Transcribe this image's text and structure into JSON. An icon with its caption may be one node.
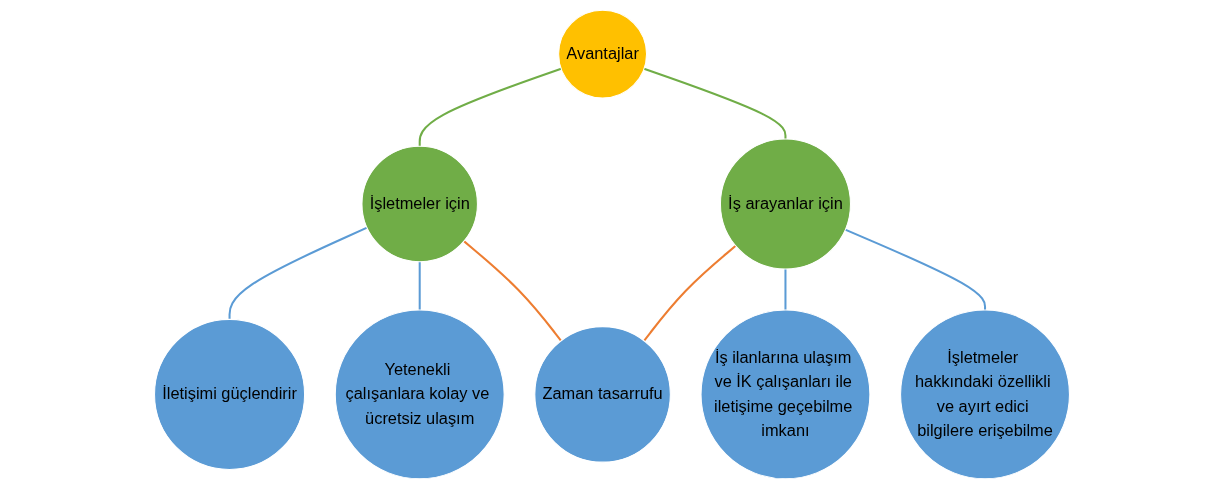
{
  "diagram": {
    "nodes": [
      {
        "text": [
          "Avantajlar"
        ]
      },
      {
        "text": [
          "İşletmeler için"
        ]
      },
      {
        "text": [
          "İş arayanlar için"
        ]
      },
      {
        "text": [
          "İletişimi güçlendirir"
        ]
      },
      {
        "text": [
          "Yetenekli çalışanlara kolay ve ücretsiz ulaşım"
        ]
      },
      {
        "text": [
          "Zaman tasarrufu"
        ]
      },
      {
        "text": [
          "İş ilanlarına ulaşım ve İK çalışanları ile iletişime geçebilme imkanı"
        ]
      },
      {
        "text": [
          "İşletmeler hakkındaki özellikli ve ayırt edici bilgilere erişebilme"
        ]
      }
    ],
    "edges": [
      {
        "from": 0,
        "to": 1,
        "arrow": "none",
        "color": "#70ad47"
      },
      {
        "from": 0,
        "to": 2,
        "arrow": "none",
        "color": "#70ad47"
      },
      {
        "from": 1,
        "to": 3,
        "arrow": "none"
      },
      {
        "from": 1,
        "to": 4,
        "arrow": "none"
      },
      {
        "from": 1,
        "to": 5,
        "arrow": "none",
        "color": "#ed7d31"
      },
      {
        "from": 2,
        "to": 5,
        "arrow": "none",
        "color": "#ed7d31"
      },
      {
        "from": 2,
        "to": 6,
        "arrow": "none"
      },
      {
        "from": 2,
        "to": 7,
        "arrow": "none"
      }
    ]
  }
}
